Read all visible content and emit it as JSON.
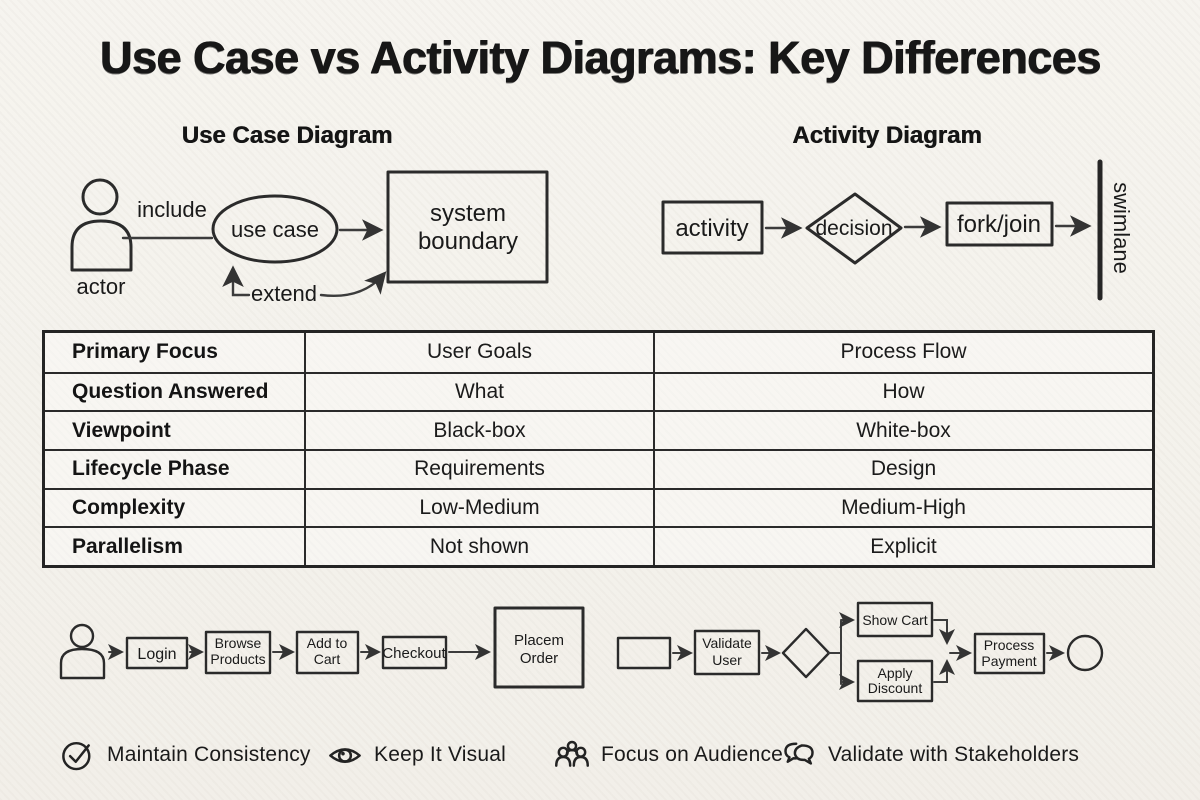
{
  "title": "Use Case vs Activity Diagrams: Key Differences",
  "colors": {
    "background": "#f5f3ee",
    "ink": "#1c1c1c",
    "stroke": "#2b2b2b"
  },
  "use_case_diagram": {
    "heading": "Use Case Diagram",
    "actor": "actor",
    "include": "include",
    "extend": "extend",
    "use_case": "use case",
    "system_boundary_lines": [
      "system",
      "boundary"
    ]
  },
  "activity_diagram": {
    "heading": "Activity Diagram",
    "activity": "activity",
    "decision": "decision",
    "fork_join": "fork/join",
    "swimlane": "swimlane"
  },
  "comparison_table": {
    "rows": [
      {
        "attribute": "Primary Focus",
        "use_case": "User Goals",
        "activity": "Process Flow"
      },
      {
        "attribute": "Question Answered",
        "use_case": "What",
        "activity": "How"
      },
      {
        "attribute": "Viewpoint",
        "use_case": "Black-box",
        "activity": "White-box"
      },
      {
        "attribute": "Lifecycle Phase",
        "use_case": "Requirements",
        "activity": "Design"
      },
      {
        "attribute": "Complexity",
        "use_case": "Low-Medium",
        "activity": "Medium-High"
      },
      {
        "attribute": "Parallelism",
        "use_case": "Not shown",
        "activity": "Explicit"
      }
    ]
  },
  "example_use_case_flow": {
    "login": "Login",
    "browse_lines": [
      "Browse",
      "Products"
    ],
    "add_to_cart_lines": [
      "Add to",
      "Cart"
    ],
    "checkout": "Checkout",
    "place_order_lines": [
      "Placem",
      "Order"
    ]
  },
  "example_activity_flow": {
    "validate_lines": [
      "Validate",
      "User"
    ],
    "show_cart": "Show Cart",
    "apply_discount_lines": [
      "Apply",
      "Discount"
    ],
    "process_payment_lines": [
      "Process",
      "Payment"
    ]
  },
  "tips": [
    {
      "icon": "check-circle-icon",
      "label": "Maintain Consistency"
    },
    {
      "icon": "eye-icon",
      "label": "Keep It Visual"
    },
    {
      "icon": "people-icon",
      "label": "Focus on Audience"
    },
    {
      "icon": "chat-icon",
      "label": "Validate with Stakeholders"
    }
  ]
}
